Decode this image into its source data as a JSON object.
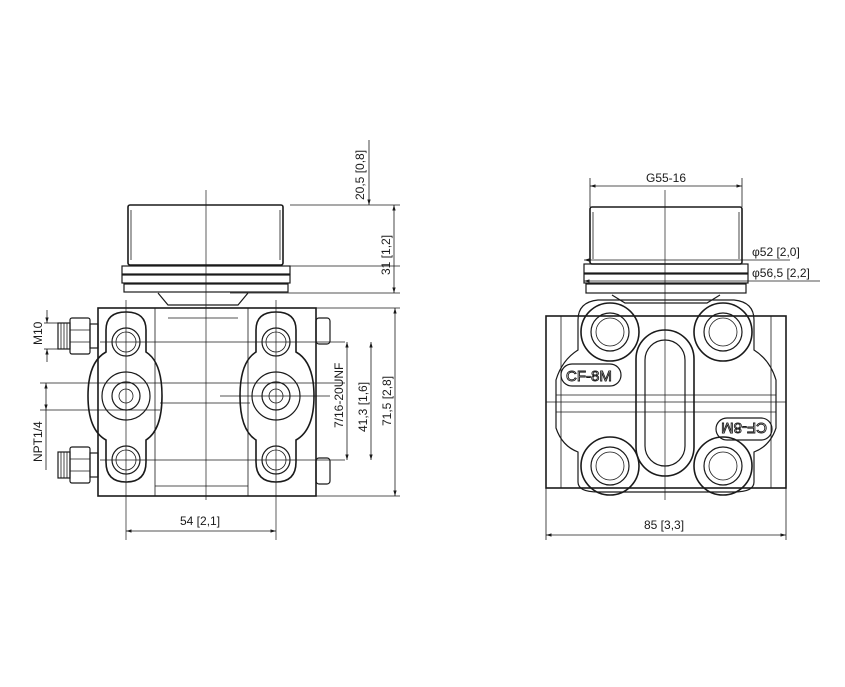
{
  "left_view": {
    "dims": {
      "cap_height_top": "20,5 [0,8]",
      "cap_height": "31 [1,2]",
      "port_m10": "M10",
      "port_npt": "NPT1/4",
      "thread_unf": "7/16-20UNF",
      "bolt_spacing": "41,3 [1,6]",
      "bolt_span": "71,5 [2,8]",
      "width": "54 [2,1]"
    }
  },
  "right_view": {
    "dims": {
      "cap_thread": "G55-16",
      "dia_inner": "φ52 [2,0]",
      "dia_outer": "φ56,5 [2,2]",
      "width": "85 [3,3]"
    },
    "material_mark": "CF-8M"
  }
}
